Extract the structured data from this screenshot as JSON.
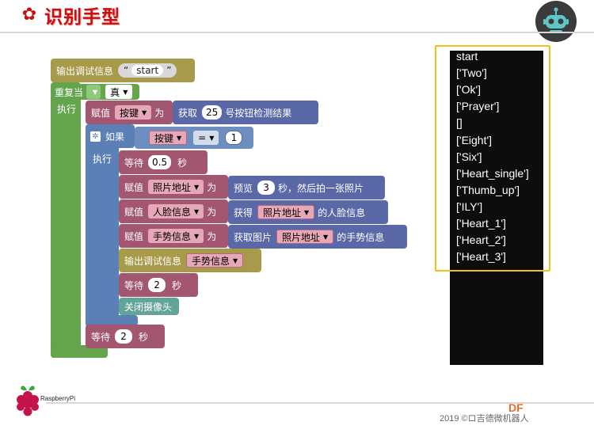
{
  "header": {
    "title": "识别手型",
    "icon": "flower-icon",
    "accent": "#c81010"
  },
  "blocks": {
    "debug1": {
      "label": "输出调试信息",
      "value": "start"
    },
    "repeat": {
      "label": "重复当",
      "cond": "真",
      "exec": "执行"
    },
    "assign_key": {
      "label": "赋值",
      "var": "按键",
      "as": "为",
      "get": "获取",
      "num": "25",
      "suffix": "号按钮检测结果"
    },
    "if_block": {
      "label": "如果",
      "var": "按键",
      "op": "=",
      "num": "1",
      "exec": "执行"
    },
    "wait1": {
      "label": "等待",
      "num": "0.5",
      "unit": "秒"
    },
    "assign_photo": {
      "label": "赋值",
      "var": "照片地址",
      "as": "为",
      "preview": "预览",
      "num": "3",
      "suffix": "秒，然后拍一张照片"
    },
    "assign_face": {
      "label": "赋值",
      "var": "人脸信息",
      "as": "为",
      "get": "获得",
      "src": "照片地址",
      "suffix": "的人脸信息"
    },
    "assign_gesture": {
      "label": "赋值",
      "var": "手势信息",
      "as": "为",
      "get": "获取图片",
      "src": "照片地址",
      "suffix": "的手势信息"
    },
    "debug2": {
      "label": "输出调试信息",
      "var": "手势信息"
    },
    "wait2": {
      "label": "等待",
      "num": "2",
      "unit": "秒"
    },
    "close_cam": {
      "label": "关闭摄像头"
    },
    "wait3": {
      "label": "等待",
      "num": "2",
      "unit": "秒"
    }
  },
  "console": {
    "lines": [
      "start",
      "['Two']",
      "['Ok']",
      "['Prayer']",
      "[]",
      "['Eight']",
      "['Six']",
      "['Heart_single']",
      "['Thumb_up']",
      "['ILY']",
      "['Heart_1']",
      "['Heart_2']",
      "['Heart_3']"
    ]
  },
  "footer": {
    "brand": "RaspberryPi",
    "copyright": "2019 ©ロ吉德微机器人",
    "watermark": "DF"
  }
}
